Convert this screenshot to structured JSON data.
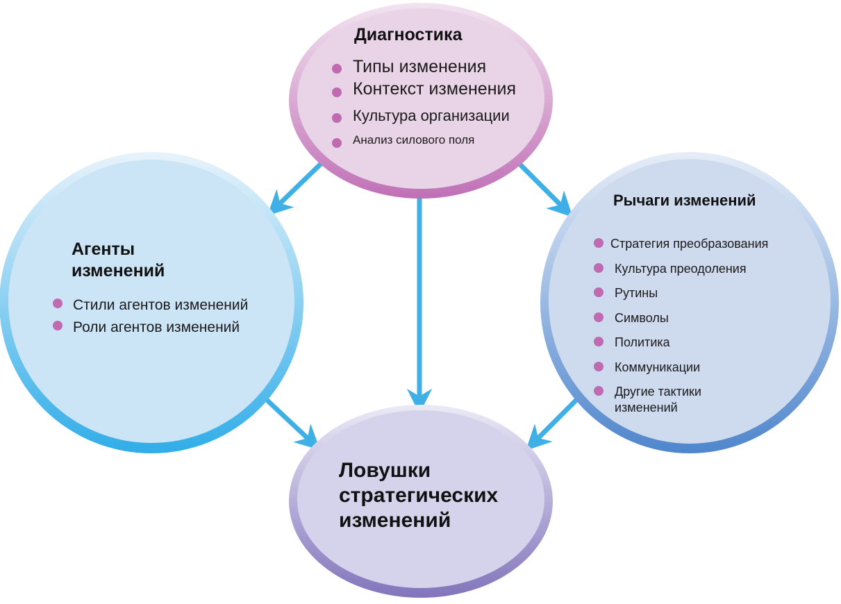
{
  "nodes": {
    "diagnostics": {
      "title": "Диагностика",
      "items": [
        "Типы изменения",
        "Контекст изменения",
        "Культура организации",
        "Анализ силового поля"
      ]
    },
    "agents": {
      "title": "Агенты изменений",
      "items": [
        "Стили агентов изменений",
        "Роли агентов изменений"
      ]
    },
    "levers": {
      "title": "Рычаги изменений",
      "items": [
        "Стратегия преобразования",
        "Культура преодоления",
        "Рутины",
        "Символы",
        "Политика",
        "Коммуникации",
        "Другие тактики изменений"
      ]
    },
    "traps": {
      "title": "Ловушки стратегических изменений"
    }
  },
  "colors": {
    "arrow": "#3fb0e6",
    "bullet": "#c06ab2",
    "diagnostics_fill": "#ead4e8",
    "diagnostics_rim": "#c67bbb",
    "agents_fill": "#cde5f6",
    "agents_rim": "#3db4ea",
    "levers_fill": "#cfdcef",
    "levers_rim": "#5b8fd0",
    "traps_fill": "#d6d4ec",
    "traps_rim": "#8a7ec0"
  }
}
